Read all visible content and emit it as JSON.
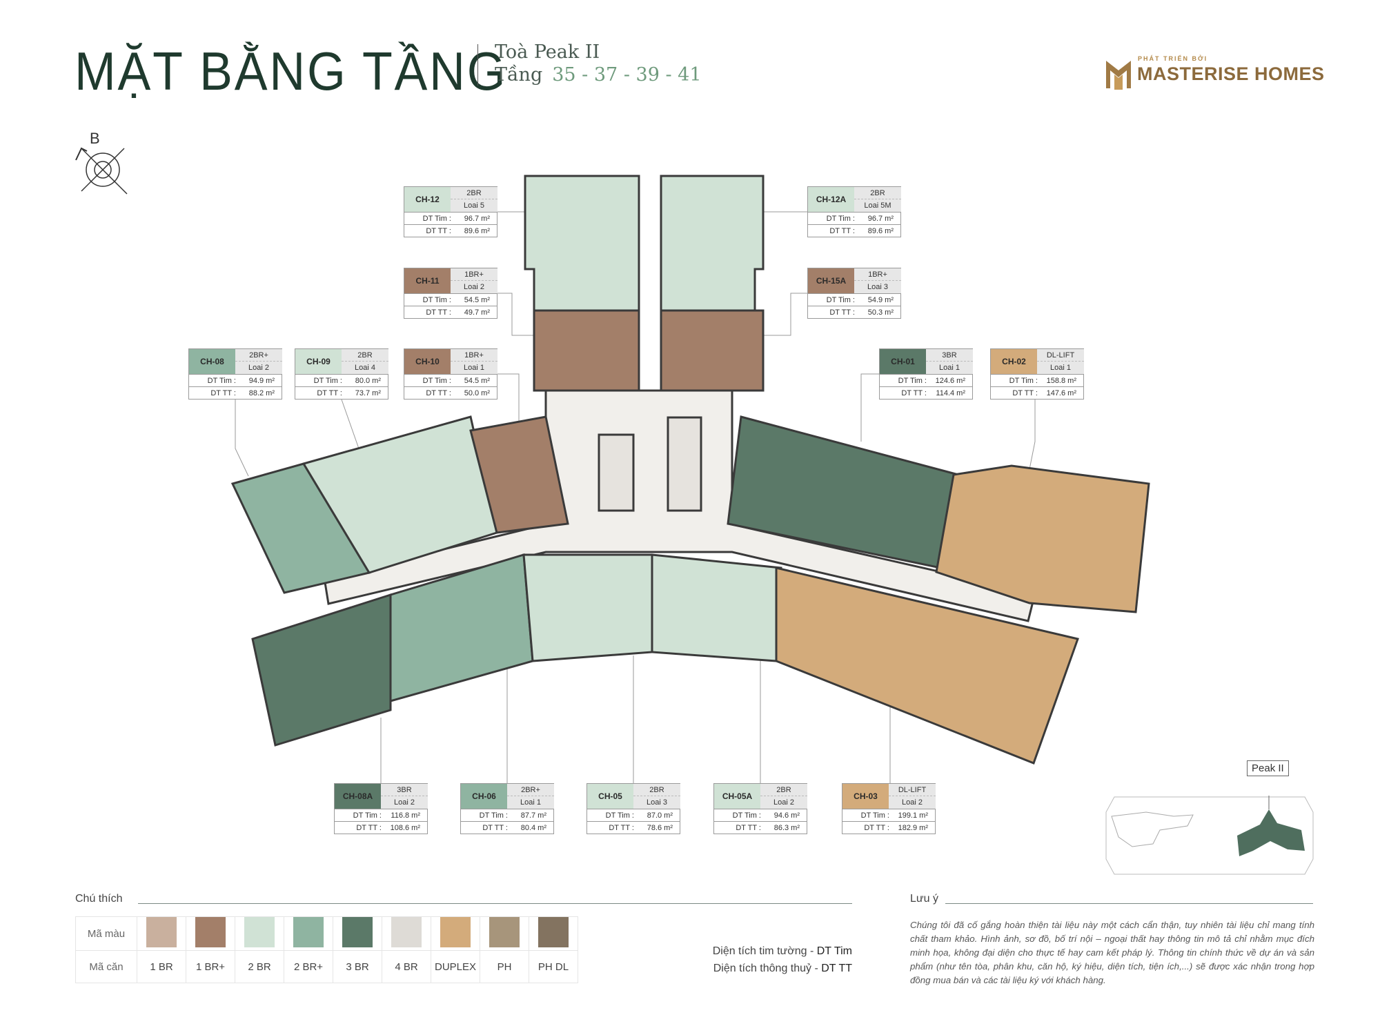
{
  "header": {
    "title": "MẶT BẰNG TẦNG",
    "tower": "Toà Peak II",
    "floor_label": "Tầng",
    "floors": "35 - 37 - 39 - 41"
  },
  "logo": {
    "developer_prefix": "PHÁT TRIỂN BỞI",
    "brand": "MASTERISE HOMES"
  },
  "compass": {
    "label": "B"
  },
  "units": [
    {
      "code": "CH-12",
      "type": "2BR",
      "loai": "Loai 5",
      "dt_tim_label": "DT Tim :",
      "dt_tim": "96.7 m²",
      "dt_tt_label": "DT TT :",
      "dt_tt": "89.6 m²",
      "color": "#d0e2d5"
    },
    {
      "code": "CH-12A",
      "type": "2BR",
      "loai": "Loai 5M",
      "dt_tim_label": "DT Tim :",
      "dt_tim": "96.7 m²",
      "dt_tt_label": "DT TT :",
      "dt_tt": "89.6 m²",
      "color": "#d0e2d5"
    },
    {
      "code": "CH-11",
      "type": "1BR+",
      "loai": "Loai 2",
      "dt_tim_label": "DT Tim :",
      "dt_tim": "54.5 m²",
      "dt_tt_label": "DT TT :",
      "dt_tt": "49.7 m²",
      "color": "#a37f69"
    },
    {
      "code": "CH-15A",
      "type": "1BR+",
      "loai": "Loai 3",
      "dt_tim_label": "DT Tim :",
      "dt_tim": "54.9 m²",
      "dt_tt_label": "DT TT :",
      "dt_tt": "50.3 m²",
      "color": "#a37f69"
    },
    {
      "code": "CH-08",
      "type": "2BR+",
      "loai": "Loai 2",
      "dt_tim_label": "DT Tim :",
      "dt_tim": "94.9 m²",
      "dt_tt_label": "DT TT :",
      "dt_tt": "88.2 m²",
      "color": "#8fb4a1"
    },
    {
      "code": "CH-09",
      "type": "2BR",
      "loai": "Loai 4",
      "dt_tim_label": "DT Tim :",
      "dt_tim": "80.0 m²",
      "dt_tt_label": "DT TT :",
      "dt_tt": "73.7 m²",
      "color": "#d0e2d5"
    },
    {
      "code": "CH-10",
      "type": "1BR+",
      "loai": "Loai 1",
      "dt_tim_label": "DT Tim :",
      "dt_tim": "54.5 m²",
      "dt_tt_label": "DT TT :",
      "dt_tt": "50.0 m²",
      "color": "#a37f69"
    },
    {
      "code": "CH-01",
      "type": "3BR",
      "loai": "Loai 1",
      "dt_tim_label": "DT Tim :",
      "dt_tim": "124.6 m²",
      "dt_tt_label": "DT TT :",
      "dt_tt": "114.4 m²",
      "color": "#5b7968"
    },
    {
      "code": "CH-02",
      "type": "DL-LIFT",
      "loai": "Loai 1",
      "dt_tim_label": "DT Tim :",
      "dt_tim": "158.8 m²",
      "dt_tt_label": "DT TT :",
      "dt_tt": "147.6 m²",
      "color": "#d3ab7b"
    },
    {
      "code": "CH-08A",
      "type": "3BR",
      "loai": "Loai 2",
      "dt_tim_label": "DT Tim :",
      "dt_tim": "116.8 m²",
      "dt_tt_label": "DT TT :",
      "dt_tt": "108.6 m²",
      "color": "#5b7968"
    },
    {
      "code": "CH-06",
      "type": "2BR+",
      "loai": "Loai 1",
      "dt_tim_label": "DT Tim :",
      "dt_tim": "87.7 m²",
      "dt_tt_label": "DT TT :",
      "dt_tt": "80.4 m²",
      "color": "#8fb4a1"
    },
    {
      "code": "CH-05",
      "type": "2BR",
      "loai": "Loai 3",
      "dt_tim_label": "DT Tim :",
      "dt_tim": "87.0 m²",
      "dt_tt_label": "DT TT :",
      "dt_tt": "78.6 m²",
      "color": "#d0e2d5"
    },
    {
      "code": "CH-05A",
      "type": "2BR",
      "loai": "Loai 2",
      "dt_tim_label": "DT Tim :",
      "dt_tim": "94.6 m²",
      "dt_tt_label": "DT TT :",
      "dt_tt": "86.3 m²",
      "color": "#d0e2d5"
    },
    {
      "code": "CH-03",
      "type": "DL-LIFT",
      "loai": "Loai 2",
      "dt_tim_label": "DT Tim :",
      "dt_tim": "199.1 m²",
      "dt_tt_label": "DT TT :",
      "dt_tt": "182.9 m²",
      "color": "#d3ab7b"
    }
  ],
  "keyplan": {
    "tag": "Peak II"
  },
  "legend": {
    "title": "Chú thích",
    "color_row_label": "Mã màu",
    "code_row_label": "Mã căn",
    "items": [
      {
        "label": "1 BR",
        "color": "#c9b09e"
      },
      {
        "label": "1 BR+",
        "color": "#a37f69"
      },
      {
        "label": "2 BR",
        "color": "#d0e2d5"
      },
      {
        "label": "2 BR+",
        "color": "#8fb4a1"
      },
      {
        "label": "3 BR",
        "color": "#5b7968"
      },
      {
        "label": "4 BR",
        "color": "#dedbd6"
      },
      {
        "label": "DUPLEX",
        "color": "#d3ab7b"
      },
      {
        "label": "PH",
        "color": "#a7957b"
      },
      {
        "label": "PH DL",
        "color": "#837360"
      }
    ],
    "area_defs": [
      {
        "text": "Diện tích tim tường - ",
        "abbr": "DT Tim"
      },
      {
        "text": "Diện tích thông thuỷ - ",
        "abbr": "DT TT"
      }
    ]
  },
  "note": {
    "title": "Lưu ý",
    "text": "Chúng tôi đã cố gắng hoàn thiện tài liệu này một cách cẩn thận, tuy nhiên tài liệu chỉ mang tính chất tham khảo. Hình ảnh, sơ đồ, bố trí nội – ngoại thất hay thông tin mô tả chỉ nhằm mục đích minh họa, không đại diện cho thực tế hay cam kết pháp lý. Thông tin chính thức về dự án và sản phẩm (như tên tòa, phân khu, căn hộ, ký hiệu, diện tích, tiện ích,...) sẽ được xác nhận trong hợp đồng mua bán và các tài liệu ký với khách hàng."
  }
}
